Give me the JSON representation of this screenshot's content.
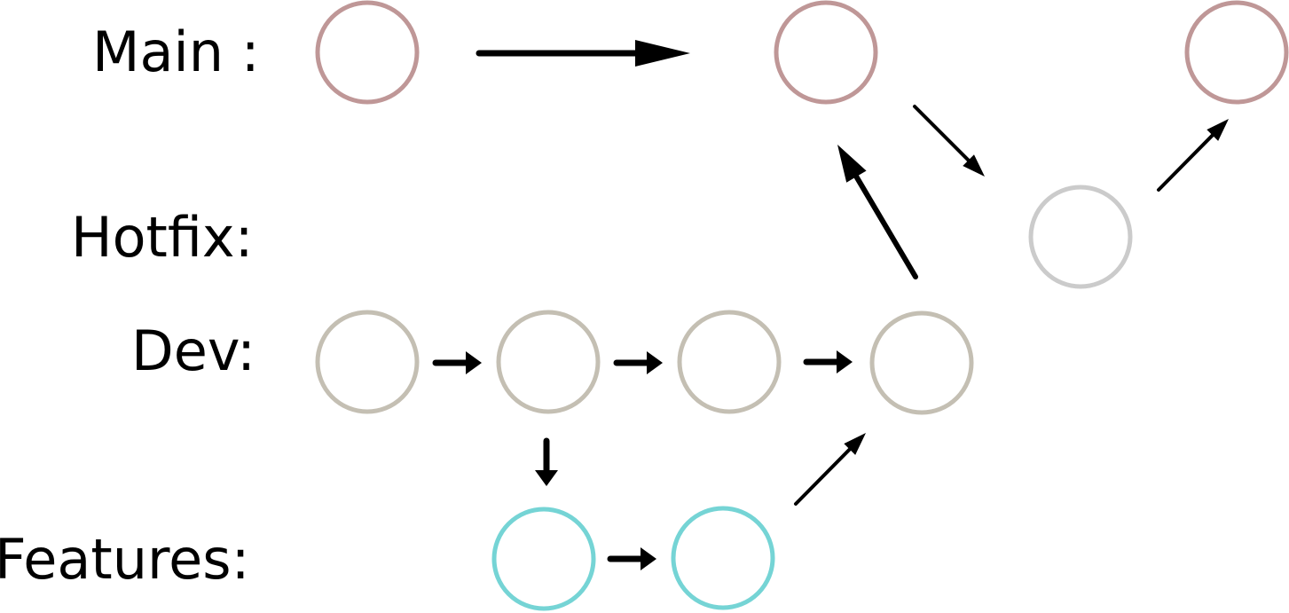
{
  "labels": {
    "main": "Main :",
    "hotfix": "Hotfix:",
    "dev": "Dev:",
    "features": "Features:"
  },
  "colors": {
    "main": "#bf9797",
    "hotfix": "#cbcbcb",
    "dev": "#c4bfb3",
    "features": "#75d4d5",
    "arrow": "#000000"
  },
  "nodes": [
    {
      "id": "main-1",
      "branch": "main"
    },
    {
      "id": "main-2",
      "branch": "main"
    },
    {
      "id": "main-3",
      "branch": "main"
    },
    {
      "id": "hotfix-1",
      "branch": "hotfix"
    },
    {
      "id": "dev-1",
      "branch": "dev"
    },
    {
      "id": "dev-2",
      "branch": "dev"
    },
    {
      "id": "dev-3",
      "branch": "dev"
    },
    {
      "id": "dev-4",
      "branch": "dev"
    },
    {
      "id": "feature-1",
      "branch": "features"
    },
    {
      "id": "feature-2",
      "branch": "features"
    }
  ],
  "edges": [
    {
      "from": "main-1",
      "to": "main-2"
    },
    {
      "from": "main-2",
      "to": "hotfix-1"
    },
    {
      "from": "hotfix-1",
      "to": "main-3"
    },
    {
      "from": "dev-4",
      "to": "main-2"
    },
    {
      "from": "dev-1",
      "to": "dev-2"
    },
    {
      "from": "dev-2",
      "to": "dev-3"
    },
    {
      "from": "dev-3",
      "to": "dev-4"
    },
    {
      "from": "dev-2",
      "to": "feature-1"
    },
    {
      "from": "feature-1",
      "to": "feature-2"
    },
    {
      "from": "feature-2",
      "to": "dev-4"
    }
  ]
}
